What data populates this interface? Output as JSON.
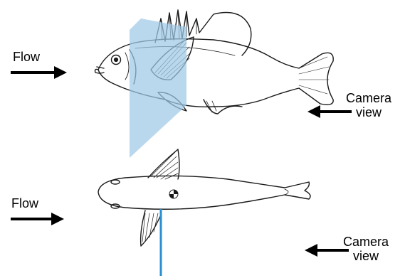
{
  "labels": {
    "flow_top": "Flow",
    "flow_bottom": "Flow",
    "camera_top_line1": "Camera",
    "camera_top_line2": "view",
    "camera_bottom_line1": "Camera",
    "camera_bottom_line2": "view"
  },
  "colors": {
    "laser_sheet": "#9fc9e6",
    "laser_beam": "#2a8fd0",
    "ink": "#1a1a1a"
  },
  "icons": [
    "side-view-fish",
    "top-view-fish",
    "arrow-right",
    "arrow-left",
    "center-of-mass-marker"
  ]
}
